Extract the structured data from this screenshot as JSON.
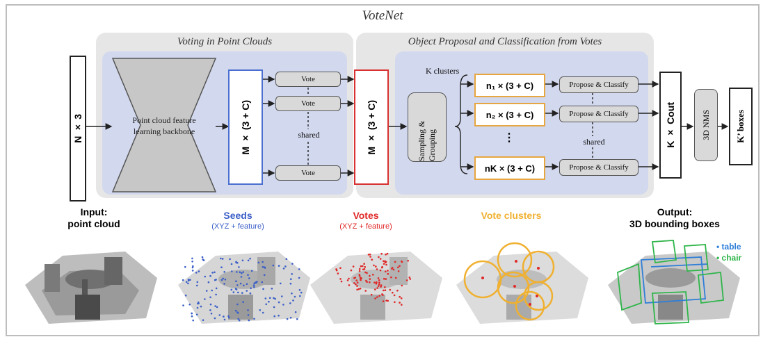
{
  "title": "VoteNet",
  "sections": {
    "voting": "Voting in Point Clouds",
    "proposal": "Object Proposal and Classification from Votes"
  },
  "input_box": "N × 3",
  "backbone": "Point cloud feature learning backbone",
  "seeds_box": "M × (3 + C)",
  "votes_box": "M × (3 + C)",
  "vote_label": "Vote",
  "shared_label": "shared",
  "k_clusters": "K clusters",
  "sampling": "Sampling & Grouping",
  "cluster_rows": [
    "n₁ × (3 + C)",
    "n₂ × (3 + C)",
    "⋮",
    "nK × (3 + C)"
  ],
  "propose_label": "Propose & Classify",
  "kcout_box": "K × Cout",
  "nms_box": "3D NMS",
  "kboxes_box": "K’ boxes",
  "captions": {
    "input": "Input:\npoint cloud",
    "seeds": "Seeds",
    "seeds_sub": "(XYZ + feature)",
    "votes": "Votes",
    "votes_sub": "(XYZ + feature)",
    "clusters": "Vote clusters",
    "output": "Output:\n3D bounding boxes"
  },
  "legend": [
    "• table",
    "• chair"
  ],
  "colors": {
    "seeds": "#3b5fc8",
    "votes": "#e02828",
    "clusters": "#f0b030",
    "table": "#2f7fd8",
    "chair": "#2fb54a",
    "panel_gray": "#e6e6e6",
    "panel_blue": "#d2d8ee"
  }
}
